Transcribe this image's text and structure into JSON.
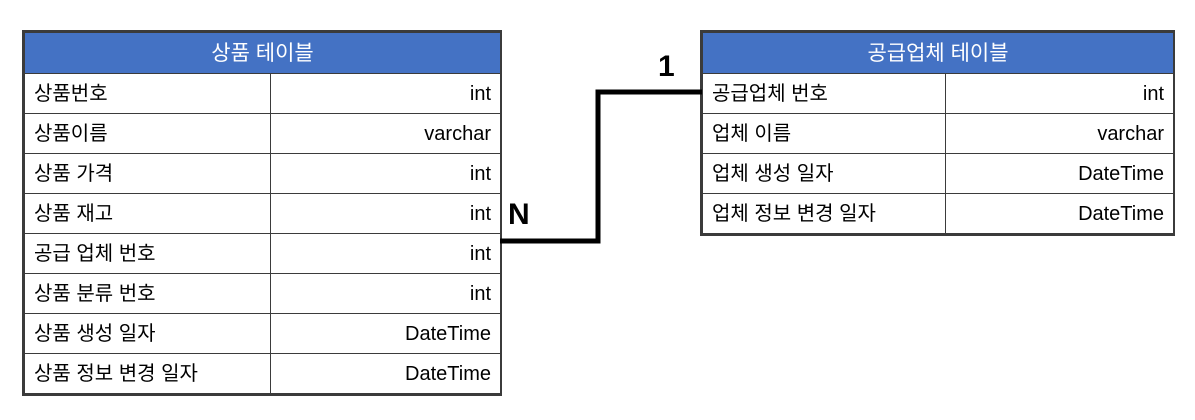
{
  "diagram": {
    "type": "entity-relationship-diagram",
    "background_color": "#ffffff",
    "header_color": "#4472c4",
    "header_text_color": "#ffffff",
    "border_color": "#3b3b3b",
    "line_color": "#000000"
  },
  "tables": [
    {
      "id": "product",
      "title": "상품 테이블",
      "rows": [
        {
          "name": "상품번호",
          "type": "int"
        },
        {
          "name": "상품이름",
          "type": "varchar"
        },
        {
          "name": "상품 가격",
          "type": "int"
        },
        {
          "name": "상품 재고",
          "type": "int"
        },
        {
          "name": "공급 업체 번호",
          "type": "int"
        },
        {
          "name": "상품 분류 번호",
          "type": "int"
        },
        {
          "name": "상품 생성 일자",
          "type": "DateTime"
        },
        {
          "name": "상품 정보 변경 일자",
          "type": "DateTime"
        }
      ]
    },
    {
      "id": "supplier",
      "title": "공급업체 테이블",
      "rows": [
        {
          "name": "공급업체 번호",
          "type": "int"
        },
        {
          "name": "업체 이름",
          "type": "varchar"
        },
        {
          "name": "업체 생성 일자",
          "type": "DateTime"
        },
        {
          "name": "업체 정보 변경 일자",
          "type": "DateTime"
        }
      ]
    }
  ],
  "relationship": {
    "from_label": "N",
    "to_label": "1",
    "from_table": "product",
    "from_field": "공급 업체 번호",
    "to_table": "supplier",
    "to_field": "공급업체 번호"
  }
}
